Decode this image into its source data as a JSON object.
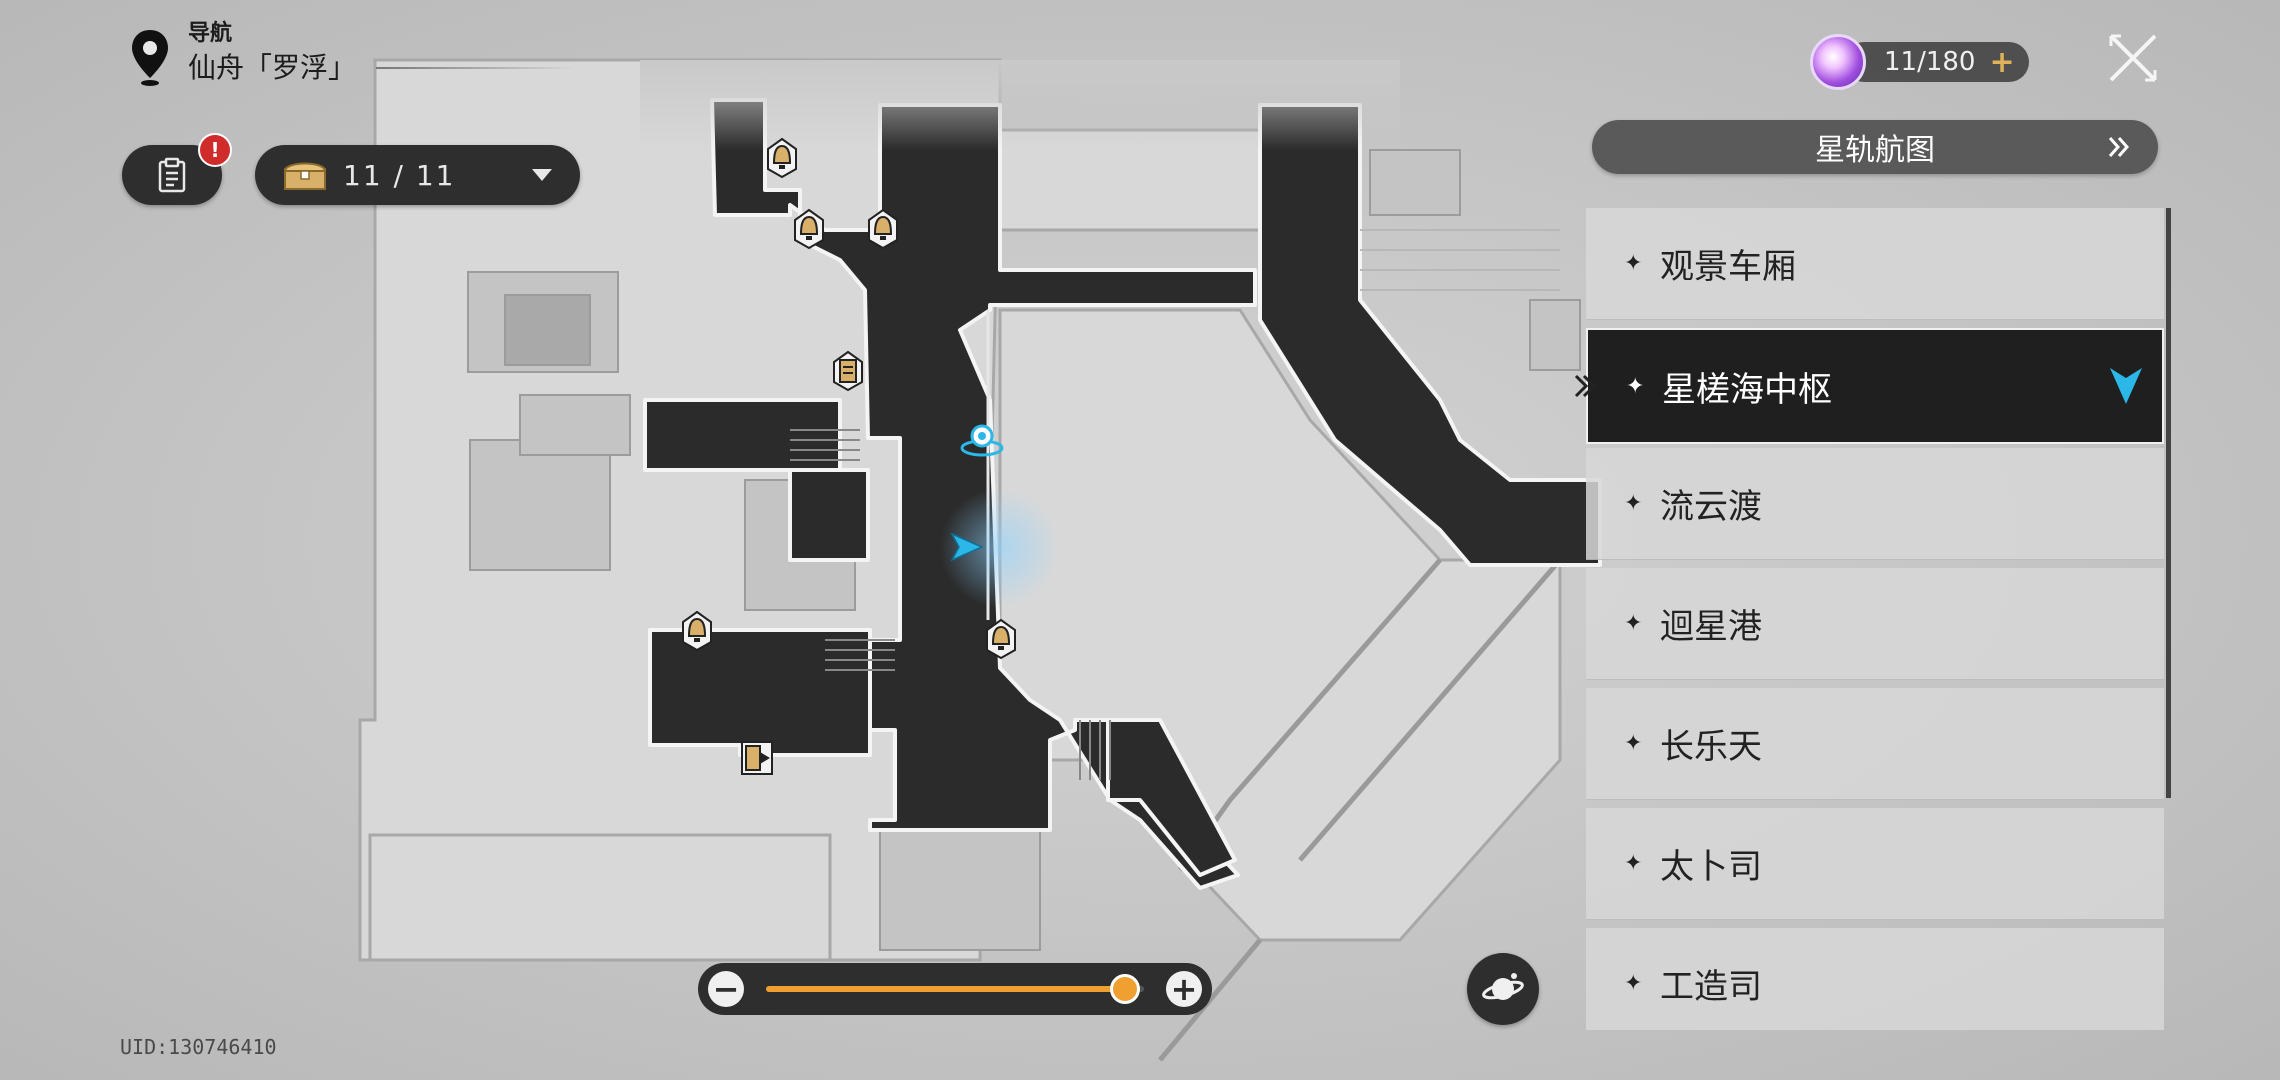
{
  "header": {
    "nav_label": "导航",
    "location": "仙舟「罗浮」"
  },
  "mission_button": {
    "badge": "!"
  },
  "chest_counter": {
    "value": "11 / 11"
  },
  "trailblaze_power": {
    "value": "11/180",
    "plus": "+"
  },
  "tab": {
    "label": "星轨航图"
  },
  "regions": [
    {
      "label": "观景车厢",
      "selected": false
    },
    {
      "label": "星槎海中枢",
      "selected": true
    },
    {
      "label": "流云渡",
      "selected": false
    },
    {
      "label": "迴星港",
      "selected": false
    },
    {
      "label": "长乐天",
      "selected": false
    },
    {
      "label": "太卜司",
      "selected": false
    },
    {
      "label": "工造司",
      "selected": false
    }
  ],
  "zoom": {
    "minus": "−",
    "plus": "+",
    "level": 0.95
  },
  "uid": "UID:130746410",
  "colors": {
    "accent_orange": "#f0a030",
    "panel_dark": "#2e2e2e",
    "player_cyan": "#2bb7e8",
    "alert_red": "#d02c2c"
  },
  "icons": [
    "map-pin-icon",
    "clipboard-icon",
    "chest-icon",
    "close-icon",
    "double-chevron-icon",
    "planet-icon",
    "player-arrow-icon",
    "teleport-anchor-icon",
    "npc-bell-icon",
    "exit-door-icon"
  ]
}
